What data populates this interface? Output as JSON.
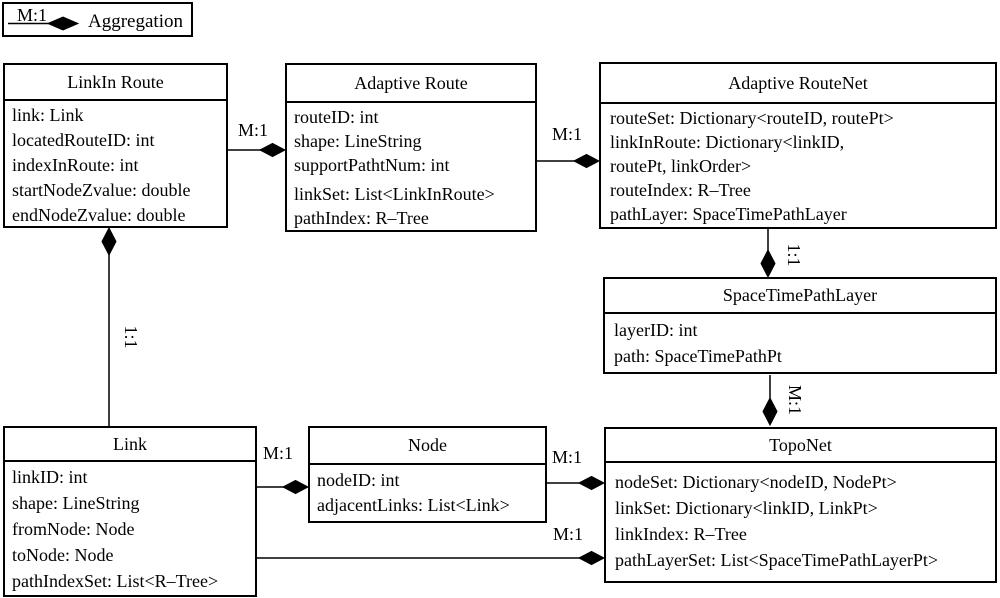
{
  "legend": {
    "multiplicity_label": "M:1",
    "meaning": "Aggregation"
  },
  "colors": {
    "line": "#000000",
    "background": "#ffffff",
    "text": "#000000"
  },
  "classes": [
    {
      "id": "linkin-route",
      "title": "LinkIn Route",
      "attributes": [
        "link: Link",
        "locatedRouteID: int",
        "indexInRoute: int",
        "startNodeZvalue: double",
        "endNodeZvalue: double"
      ]
    },
    {
      "id": "adaptive-route",
      "title": "Adaptive Route",
      "attributes": [
        "routeID: int",
        "shape: LineString",
        "supportPathtNum: int",
        "linkSet: List<LinkInRoute>",
        "pathIndex: R–Tree"
      ]
    },
    {
      "id": "adaptive-routenet",
      "title": "Adaptive RouteNet",
      "attributes": [
        "routeSet: Dictionary<routeID, routePt>",
        "linkInRoute: Dictionary<linkID,",
        "routePt, linkOrder>",
        "routeIndex: R–Tree",
        "pathLayer: SpaceTimePathLayer"
      ]
    },
    {
      "id": "spacetimepathlayer",
      "title": "SpaceTimePathLayer",
      "attributes": [
        "layerID: int",
        "path: SpaceTimePathPt"
      ]
    },
    {
      "id": "link",
      "title": "Link",
      "attributes": [
        "linkID: int",
        "shape: LineString",
        "fromNode: Node",
        "toNode: Node",
        "pathIndexSet: List<R–Tree>"
      ]
    },
    {
      "id": "node",
      "title": "Node",
      "attributes": [
        "nodeID: int",
        "adjacentLinks: List<Link>"
      ]
    },
    {
      "id": "toponet",
      "title": "TopoNet",
      "attributes": [
        "nodeSet: Dictionary<nodeID, NodePt>",
        "linkSet: Dictionary<linkID, LinkPt>",
        "linkIndex: R–Tree",
        "pathLayerSet: List<SpaceTimePathLayerPt>"
      ]
    }
  ],
  "relationships": {
    "a": {
      "label": "M:1",
      "type": "aggregation",
      "from": "LinkIn Route",
      "to": "Adaptive Route"
    },
    "b": {
      "label": "M:1",
      "type": "aggregation",
      "from": "Adaptive Route",
      "to": "Adaptive RouteNet"
    },
    "c": {
      "label": "1:1",
      "type": "aggregation",
      "from": "Adaptive RouteNet",
      "to": "SpaceTimePathLayer"
    },
    "d": {
      "label": "M:1",
      "type": "aggregation",
      "from": "SpaceTimePathLayer",
      "to": "TopoNet"
    },
    "e": {
      "label": "1:1",
      "type": "aggregation",
      "from": "Link",
      "to": "LinkIn Route"
    },
    "f": {
      "label": "M:1",
      "type": "aggregation",
      "from": "Link",
      "to": "Node"
    },
    "g": {
      "label": "M:1",
      "type": "aggregation",
      "from": "Node",
      "to": "TopoNet"
    },
    "h": {
      "label": "M:1",
      "type": "aggregation",
      "from": "Link",
      "to": "TopoNet"
    }
  }
}
